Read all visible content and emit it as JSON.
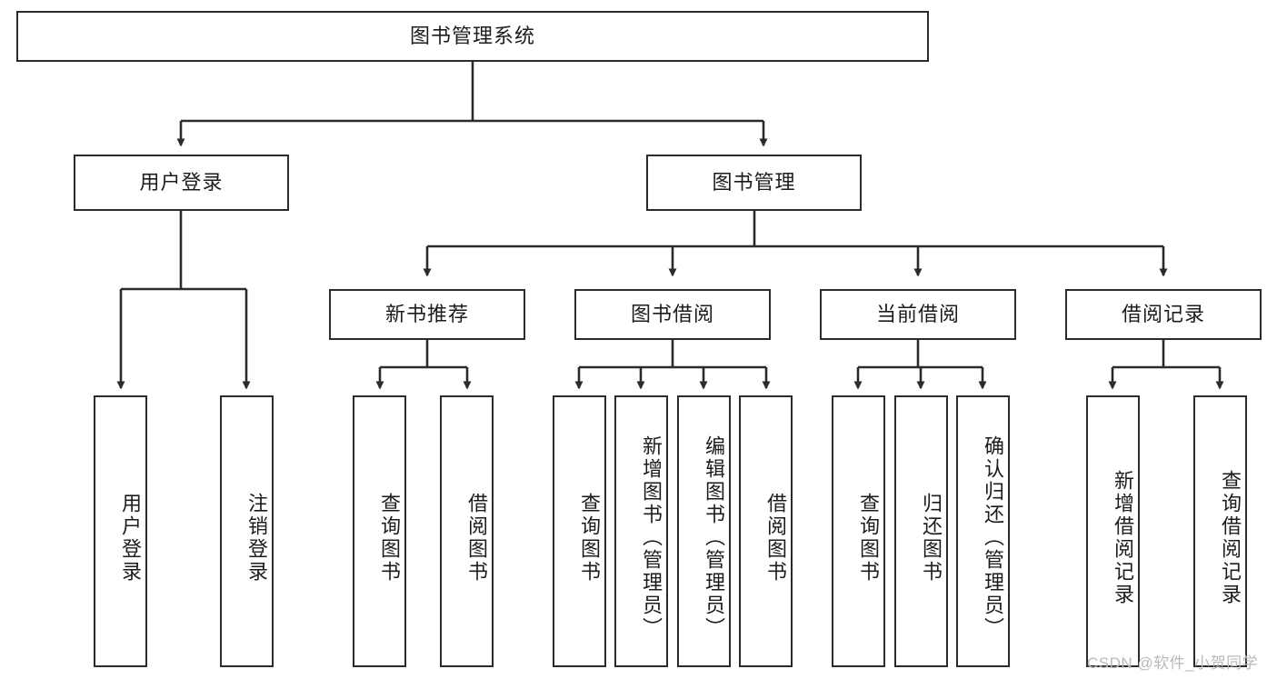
{
  "diagram": {
    "title": "图书管理系统",
    "type": "功能结构图",
    "line_color": "#2b2b2b",
    "box_fill": "#ffffff",
    "text_color": "#1c1c1c",
    "watermark": "CSDN @软件_小贺同学",
    "watermark_color": "#b9b9b9"
  },
  "nodes": {
    "root": {
      "label": "图书管理系统",
      "level": 1
    },
    "l2": [
      {
        "id": "user-login",
        "label": "用户登录"
      },
      {
        "id": "book-manage",
        "label": "图书管理"
      }
    ],
    "l3": [
      {
        "id": "new-book-recommend",
        "label": "新书推荐",
        "parent": "book-manage"
      },
      {
        "id": "book-borrow",
        "label": "图书借阅",
        "parent": "book-manage"
      },
      {
        "id": "current-borrow",
        "label": "当前借阅",
        "parent": "book-manage"
      },
      {
        "id": "borrow-record",
        "label": "借阅记录",
        "parent": "book-manage"
      }
    ],
    "leaves": [
      {
        "id": "leaf-user-login",
        "label": "用户登录",
        "parent": "user-login"
      },
      {
        "id": "leaf-logout-login",
        "label": "注销登录",
        "parent": "user-login"
      },
      {
        "id": "leaf-query-book-1",
        "label": "查询图书",
        "parent": "new-book-recommend"
      },
      {
        "id": "leaf-borrow-book-1",
        "label": "借阅图书",
        "parent": "new-book-recommend"
      },
      {
        "id": "leaf-query-book-2",
        "label": "查询图书",
        "parent": "book-borrow"
      },
      {
        "id": "leaf-add-book",
        "label": "新增图书（管理员）",
        "parent": "book-borrow"
      },
      {
        "id": "leaf-edit-book",
        "label": "编辑图书（管理员）",
        "parent": "book-borrow"
      },
      {
        "id": "leaf-borrow-book-2",
        "label": "借阅图书",
        "parent": "book-borrow"
      },
      {
        "id": "leaf-query-book-3",
        "label": "查询图书",
        "parent": "current-borrow"
      },
      {
        "id": "leaf-return-book",
        "label": "归还图书",
        "parent": "current-borrow"
      },
      {
        "id": "leaf-confirm-return",
        "label": "确认归还（管理员）",
        "parent": "current-borrow"
      },
      {
        "id": "leaf-add-record",
        "label": "新增借阅记录",
        "parent": "borrow-record"
      },
      {
        "id": "leaf-query-record",
        "label": "查询借阅记录",
        "parent": "borrow-record"
      }
    ]
  }
}
